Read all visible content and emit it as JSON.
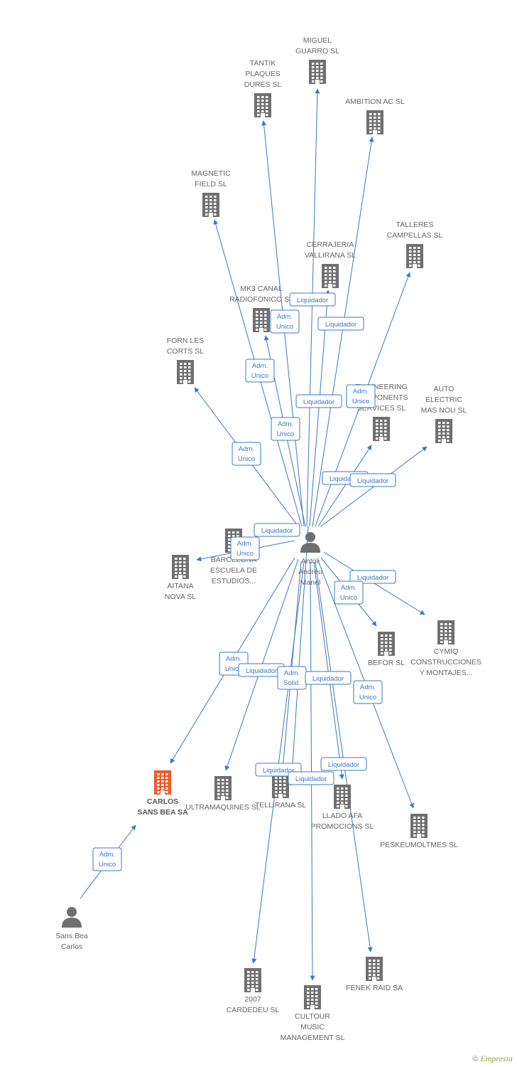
{
  "colors": {
    "edge": "#3a78c3",
    "icon": "#6f6f6f",
    "highlight": "#f05a28",
    "box_border": "#3a78c3"
  },
  "footer": {
    "copyright": "©",
    "brand": "Empresia"
  },
  "nodes": [
    {
      "id": "antoli",
      "type": "person",
      "lines": [
        "Antoli",
        "Andreu",
        "Manel"
      ]
    },
    {
      "id": "sansbea",
      "type": "person",
      "lines": [
        "Sans Bea",
        "Carlos"
      ]
    },
    {
      "id": "miguel",
      "type": "company",
      "lines": [
        "MIGUEL",
        "GUARRO SL"
      ]
    },
    {
      "id": "tantik",
      "type": "company",
      "lines": [
        "TANTIK",
        "PLAQUES",
        "DURES SL"
      ]
    },
    {
      "id": "ambition",
      "type": "company",
      "lines": [
        "AMBITION AC SL"
      ]
    },
    {
      "id": "magnetic",
      "type": "company",
      "lines": [
        "MAGNETIC",
        "FIELD  SL"
      ]
    },
    {
      "id": "talleres",
      "type": "company",
      "lines": [
        "TALLERES",
        "CAMPELLAS SL"
      ]
    },
    {
      "id": "cerrajeria",
      "type": "company",
      "lines": [
        "CERRAJERIA",
        "VALLIRANA SL"
      ]
    },
    {
      "id": "mk3",
      "type": "company",
      "lines": [
        "MK3 CANAL",
        "RADIOFONICO SL"
      ]
    },
    {
      "id": "forn",
      "type": "company",
      "lines": [
        "FORN LES",
        "CORTS  SL"
      ]
    },
    {
      "id": "engineering",
      "type": "company",
      "lines": [
        "ENGINEERING",
        "COMPONENTS",
        "SERVICES SL"
      ]
    },
    {
      "id": "auto",
      "type": "company",
      "lines": [
        "AUTO",
        "ELECTRIC",
        "MAS NOU SL"
      ]
    },
    {
      "id": "barcelona",
      "type": "company",
      "lines": [
        "BARCELONA",
        "ESCUELA DE",
        "ESTUDIOS..."
      ]
    },
    {
      "id": "aitana",
      "type": "company",
      "lines": [
        "AITANA",
        "NOVA  SL"
      ]
    },
    {
      "id": "cymiq",
      "type": "company",
      "lines": [
        "CYMIQ",
        "CONSTRUCCIONES",
        "Y MONTAJES..."
      ]
    },
    {
      "id": "befor",
      "type": "company",
      "lines": [
        "BEFOR SL"
      ]
    },
    {
      "id": "carlos",
      "type": "company",
      "highlight": true,
      "lines": [
        "CARLOS",
        "SANS BEA SA"
      ]
    },
    {
      "id": "ultramaquines",
      "type": "company",
      "lines": [
        "ULTRAMAQUINES SL"
      ]
    },
    {
      "id": "tellirana",
      "type": "company",
      "lines": [
        "TELLIRANA SL"
      ]
    },
    {
      "id": "llado",
      "type": "company",
      "lines": [
        "LLADO AFA",
        "PROMOCIONS SL"
      ]
    },
    {
      "id": "peskeumoltmes",
      "type": "company",
      "lines": [
        "PESKEUMOLTMES SL"
      ]
    },
    {
      "id": "cardedeu",
      "type": "company",
      "lines": [
        "2007",
        "CARDEDEU  SL"
      ]
    },
    {
      "id": "cultour",
      "type": "company",
      "lines": [
        "CULTOUR",
        "MUSIC",
        "MANAGEMENT SL"
      ]
    },
    {
      "id": "fenek",
      "type": "company",
      "lines": [
        "FENEK RAID SA"
      ]
    }
  ],
  "edges": [
    {
      "from": "antoli",
      "to": "miguel"
    },
    {
      "from": "antoli",
      "to": "tantik"
    },
    {
      "from": "antoli",
      "to": "ambition"
    },
    {
      "from": "antoli",
      "to": "magnetic"
    },
    {
      "from": "antoli",
      "to": "talleres"
    },
    {
      "from": "antoli",
      "to": "cerrajeria"
    },
    {
      "from": "antoli",
      "to": "mk3"
    },
    {
      "from": "antoli",
      "to": "forn"
    },
    {
      "from": "antoli",
      "to": "engineering"
    },
    {
      "from": "antoli",
      "to": "auto"
    },
    {
      "from": "antoli",
      "to": "aitana"
    },
    {
      "from": "antoli",
      "to": "cymiq"
    },
    {
      "from": "antoli",
      "to": "befor"
    },
    {
      "from": "antoli",
      "to": "carlos"
    },
    {
      "from": "antoli",
      "to": "ultramaquines"
    },
    {
      "from": "antoli",
      "to": "llado"
    },
    {
      "from": "antoli",
      "to": "peskeumoltmes"
    },
    {
      "from": "antoli",
      "to": "cardedeu"
    },
    {
      "from": "antoli",
      "to": "cultour"
    },
    {
      "from": "antoli",
      "to": "fenek"
    },
    {
      "from": "sansbea",
      "to": "carlos"
    }
  ],
  "relation_labels": [
    {
      "lines": [
        "Liquidador"
      ]
    },
    {
      "lines": [
        "Adm.",
        "Unico"
      ]
    },
    {
      "lines": [
        "Liquidador"
      ]
    },
    {
      "lines": [
        "Adm.",
        "Unico"
      ]
    },
    {
      "lines": [
        "Liquidador"
      ]
    },
    {
      "lines": [
        "Adm.",
        "Unico"
      ]
    },
    {
      "lines": [
        "Adm.",
        "Unico"
      ]
    },
    {
      "lines": [
        "Adm.",
        "Unico"
      ]
    },
    {
      "lines": [
        "Liquidador"
      ]
    },
    {
      "lines": [
        "Liquidador"
      ]
    },
    {
      "lines": [
        "Liquidador"
      ]
    },
    {
      "lines": [
        "Adm.",
        "Unico"
      ]
    },
    {
      "lines": [
        "Liquidador"
      ]
    },
    {
      "lines": [
        "Adm.",
        "Unico"
      ]
    },
    {
      "lines": [
        "Adm.",
        "Unico"
      ]
    },
    {
      "lines": [
        "Liquidador"
      ]
    },
    {
      "lines": [
        "Adm.",
        "Solid."
      ]
    },
    {
      "lines": [
        "Liquidador"
      ]
    },
    {
      "lines": [
        "Adm.",
        "Unico"
      ]
    },
    {
      "lines": [
        "Liquidador"
      ]
    },
    {
      "lines": [
        "Liquidador"
      ]
    },
    {
      "lines": [
        "Liquidador"
      ]
    },
    {
      "lines": [
        "Adm.",
        "Unico"
      ]
    }
  ]
}
